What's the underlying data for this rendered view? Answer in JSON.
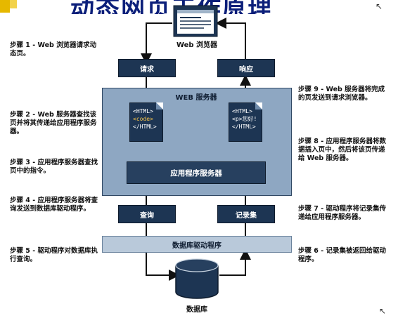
{
  "page": {
    "title": "动态网页工作原理"
  },
  "browser": {
    "label": "Web 浏览器"
  },
  "server": {
    "title": "WEB 服务器",
    "app_server": "应用程序服务器"
  },
  "boxes": {
    "request": "请求",
    "response": "响应",
    "query": "查询",
    "recordset": "记录集",
    "driver": "数据库驱动程序",
    "database": "数据库"
  },
  "docs": {
    "left": {
      "line1": "<HTML>",
      "line2": "<code>",
      "line3": "</HTML>"
    },
    "right": {
      "line1": "<HTML>",
      "line2": "<p>您好!",
      "line3": "</HTML>"
    }
  },
  "steps": {
    "s1": "步骤 1 - Web 浏览器请求动态页。",
    "s2": "步骤 2 - Web 服务器查找该页并将其传递给应用程序服务器。",
    "s3": "步骤 3 - 应用程序服务器查找页中的指令。",
    "s4": "步骤 4 - 应用程序服务器将查询发送到数据库驱动程序。",
    "s5": "步骤 5 - 驱动程序对数据库执行查询。",
    "s6": "步骤 6 - 记录集被返回给驱动程序。",
    "s7": "步骤 7 - 驱动程序将记录集传递给应用程序服务器。",
    "s8": "步骤 8 - 应用程序服务器将数据插入页中，然后将该页传递给 Web 服务器。",
    "s9": "步骤 9 - Web 服务器将完成的页发送到请求浏览器。"
  },
  "colors": {
    "server_bg": "#8ea7c2",
    "dark_box": "#1d3553",
    "light_bar": "#b9c9da",
    "title": "#0b1f7a"
  }
}
